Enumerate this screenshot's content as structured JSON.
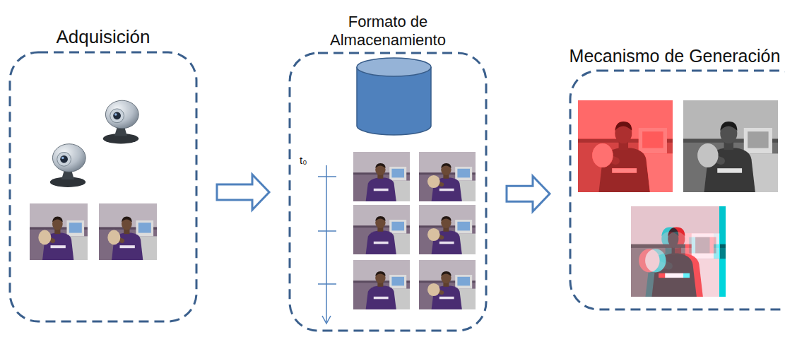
{
  "diagram": {
    "nodes": [
      {
        "text": [
          "Adquisición"
        ]
      },
      {
        "text": [
          "Formato de Almacenamiento"
        ]
      },
      {
        "text": [
          "Mecanismo de Generación"
        ]
      }
    ],
    "edges": [
      {
        "from": 0,
        "to": 1,
        "arrow": "to"
      },
      {
        "from": 1,
        "to": 2,
        "arrow": "to"
      }
    ],
    "labels": [
      "t₀"
    ]
  }
}
